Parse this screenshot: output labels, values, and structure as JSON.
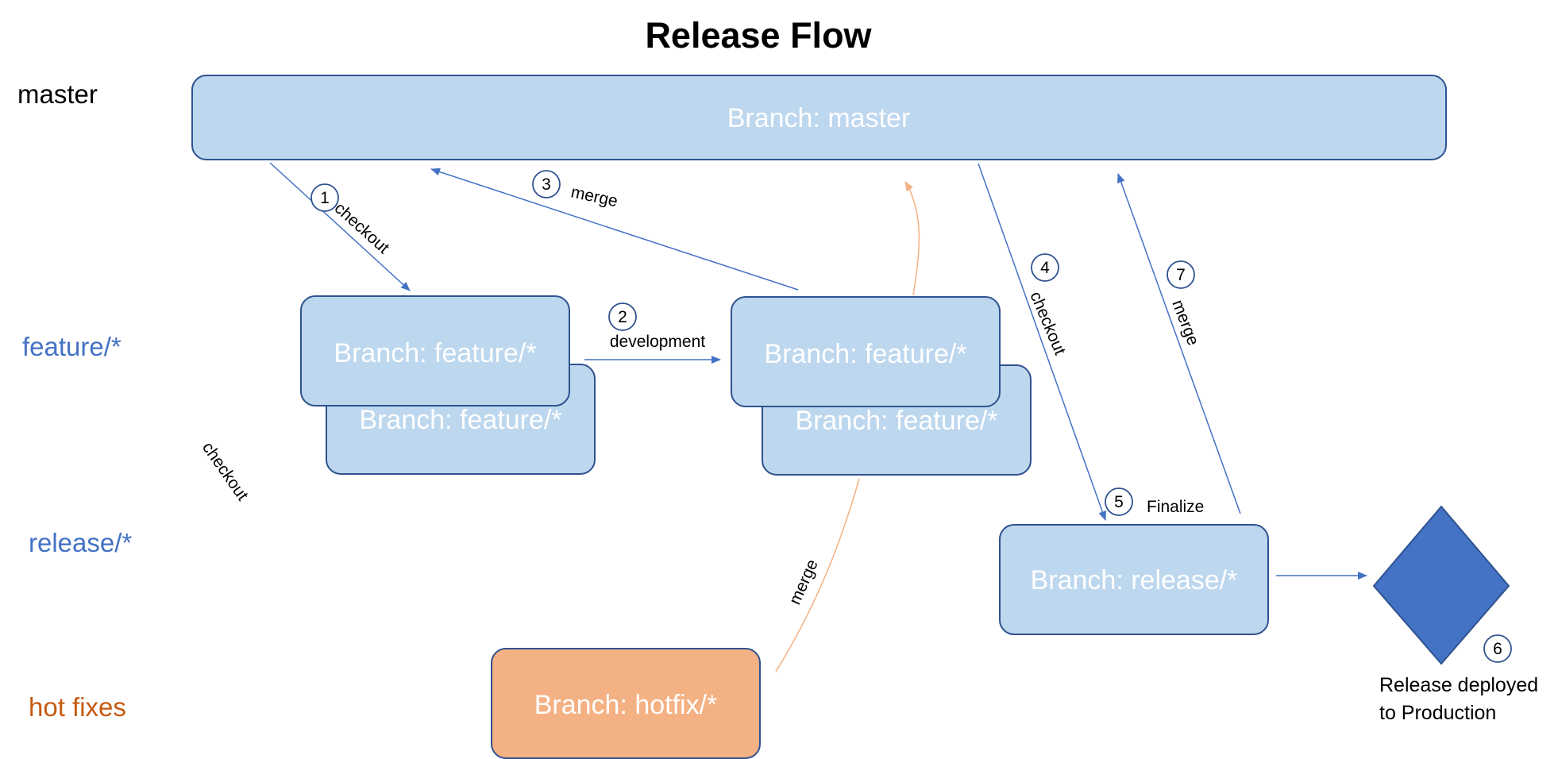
{
  "title": "Release Flow",
  "lanes": {
    "master": "master",
    "feature": "feature/*",
    "release": "release/*",
    "hotfix": "hot fixes"
  },
  "boxes": {
    "master": "Branch: master",
    "feature_a_front": "Branch: feature/*",
    "feature_a_back": "Branch: feature/*",
    "feature_b_front": "Branch: feature/*",
    "feature_b_back": "Branch: feature/*",
    "release": "Branch: release/*",
    "hotfix": "Branch: hotfix/*"
  },
  "steps": {
    "s1": "1",
    "s2": "2",
    "s3": "3",
    "s4": "4",
    "s5": "5",
    "s6": "6",
    "s7": "7"
  },
  "edge_labels": {
    "checkout_1": "checkout",
    "development": "development",
    "merge_3": "merge",
    "checkout_4": "checkout",
    "finalize": "Finalize",
    "merge_7": "merge",
    "checkout_side": "checkout",
    "merge_hotfix": "merge"
  },
  "release_deployed": {
    "line1": "Release deployed",
    "line2": "to Production"
  },
  "colors": {
    "box_fill": "#bdd7ee",
    "box_stroke": "#2f528f",
    "hotfix_fill": "#f4b183",
    "diamond": "#4472c4",
    "blue_line": "#4472c4",
    "orange_line": "#f4b183",
    "lane_blue": "#4472c4",
    "lane_orange": "#c55a11"
  }
}
